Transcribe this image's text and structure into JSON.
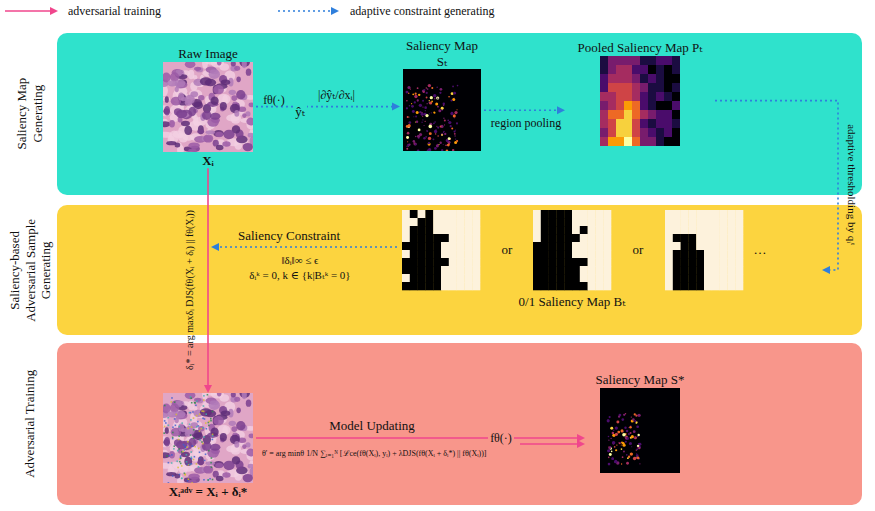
{
  "diagram": {
    "nodes": [
      {
        "text": [
          "Saliency Map Generating"
        ]
      },
      {
        "text": [
          "Raw Image",
          "Xᵢ"
        ],
        "in": 0
      },
      {
        "text": [
          "Saliency Map Sₜ"
        ],
        "in": 0
      },
      {
        "text": [
          "Pooled Saliency Map Pₜ"
        ],
        "in": 0
      },
      {
        "text": [
          "Saliency-based Adversarial Sample Generating"
        ]
      },
      {
        "text": [
          "0/1 Saliency Map Bₜ"
        ],
        "in": 4
      },
      {
        "text": [
          "Adversarial Training"
        ]
      },
      {
        "text": [
          "Xᵢᵃᵈᵛ = Xᵢ + δᵢ*"
        ],
        "in": 6
      },
      {
        "text": [
          "Saliency Map S*"
        ],
        "in": 6
      }
    ],
    "edges": [
      {
        "from": 1,
        "to": 2,
        "arrow": "to",
        "label": "fθ(·)"
      },
      {
        "from": 2,
        "to": 3,
        "arrow": "to",
        "label": "region pooling"
      },
      {
        "from": 3,
        "to": 5,
        "arrow": "to",
        "label": "adaptive thresholding by qᵢᵗ"
      },
      {
        "from": 1,
        "to": 7,
        "arrow": "to",
        "label": "δᵢ* = arg maxδᵢ DJS(fθ(Xᵢ + δᵢ) || fθ(Xᵢ))"
      },
      {
        "from": 7,
        "to": 8,
        "arrow": "to",
        "label": "Model Updating"
      }
    ],
    "labels": [
      "ŷₜ",
      "|∂ŷₜ/∂xᵢ|",
      "Saliency Constraint",
      "‖δᵢ‖∞ ≤ ϵ",
      "δᵢᵏ = 0, k ∈ {k|Bₜᵏ = 0}",
      "or",
      "or",
      "…",
      "fθ(·)",
      "θ' = arg minθ 1/N ∑ᵢ₌₁ᴺ [ℒce(fθ(Xᵢ), yᵢ) + λDJS(fθ(Xᵢ + δᵢ*) || fθ(Xᵢ))]"
    ],
    "legend": [
      {
        "text": "adversarial training"
      },
      {
        "text": "adaptive constraint generating"
      }
    ]
  }
}
